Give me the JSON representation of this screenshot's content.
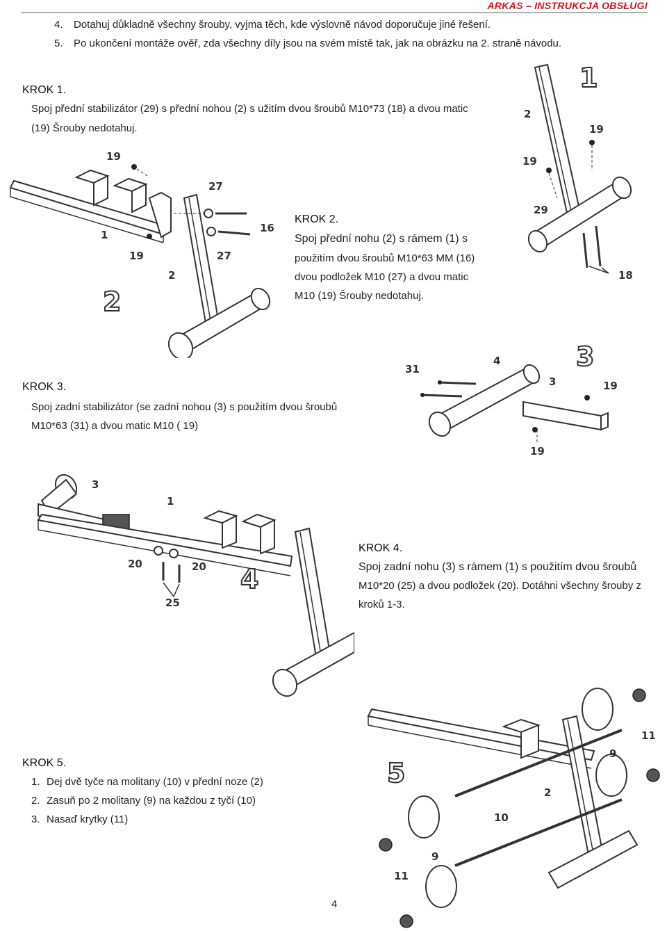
{
  "header": {
    "brand": "ARKAS – INSTRUKCJA OBSŁUGI"
  },
  "intro": [
    {
      "num": "4.",
      "text": "Dotahuj důkladně všechny šrouby, vyjma těch, kde výslovně návod doporučuje jiné řešení."
    },
    {
      "num": "5.",
      "text": "Po ukončení montáže ověř, zda všechny díly jsou na svém místě tak, jak na obrázku na  2. straně návodu."
    }
  ],
  "step1": {
    "heading": "KROK 1.",
    "lines": [
      "Spoj přední stabilizátor (29) s přední nohou (2) s užitím dvou šroubů M10*73 (18) a dvou matic",
      "(19) Šrouby nedotahuj."
    ],
    "figure_number": "1",
    "part_labels": [
      "2",
      "19",
      "19",
      "29",
      "18"
    ]
  },
  "step2": {
    "heading": "KROK 2.",
    "lines": [
      "Spoj přední nohu (2) s rámem (1) s",
      "použitím dvou šroubů  M10*63 MM (16)",
      "dvou podložek M10 (27) a dvou matic",
      "M10 (19) Šrouby nedotahuj."
    ],
    "figure_number": "2",
    "part_labels": [
      "19",
      "27",
      "1",
      "16",
      "19",
      "27",
      "2"
    ]
  },
  "step3": {
    "heading": "KROK 3.",
    "lines": [
      "Spoj zadní stabilizátor (se zadní nohou (3) s použitím dvou šroubů",
      "M10*63  (31) a dvou matic M10 ( 19)"
    ],
    "figure_number": "3",
    "part_labels": [
      "31",
      "4",
      "3",
      "19",
      "19"
    ]
  },
  "step4": {
    "heading": "KROK 4.",
    "lines": [
      "Spoj zadní nohu (3) s rámem (1) s použitím dvou šroubů",
      "M10*20 (25) a dvou podložek (20). Dotáhni všechny šrouby z",
      "kroků 1-3."
    ],
    "figure_number": "4",
    "part_labels": [
      "3",
      "1",
      "20",
      "20",
      "25"
    ]
  },
  "step5": {
    "heading": "KROK 5.",
    "items": [
      {
        "num": "1.",
        "text": "Dej dvě tyče na molitany (10) v přední noze (2)"
      },
      {
        "num": "2.",
        "text": "Zasuň po 2 molitany (9) na každou z tyčí (10)"
      },
      {
        "num": "3.",
        "text": "Nasaď krytky (11)"
      }
    ],
    "figure_number": "5",
    "part_labels": [
      "11",
      "9",
      "2",
      "10",
      "9",
      "11"
    ]
  },
  "page_number": "4"
}
